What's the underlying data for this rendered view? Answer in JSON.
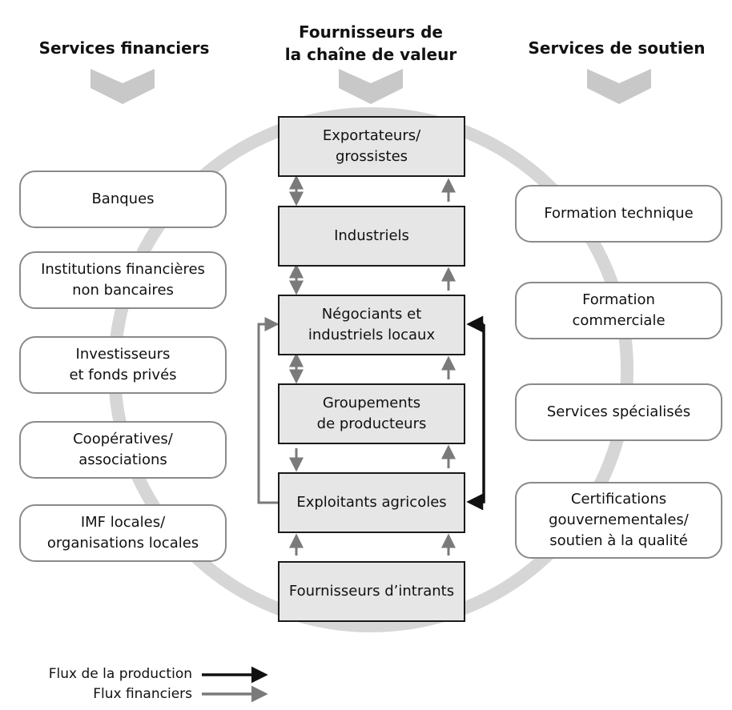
{
  "headers": {
    "financial": "Services financiers",
    "value_chain": "Fournisseurs de\nla chaîne de valeur",
    "support": "Services de soutien"
  },
  "value_chain": [
    "Exportateurs/\ngrossistes",
    "Industriels",
    "Négociants et\nindustriels locaux",
    "Groupements\nde producteurs",
    "Exploitants agricoles",
    "Fournisseurs d’intrants"
  ],
  "financial_services": [
    "Banques",
    "Institutions financières\nnon bancaires",
    "Investisseurs\net fonds privés",
    "Coopératives/\nassociations",
    "IMF locales/\norganisations locales"
  ],
  "support_services": [
    "Formation technique",
    "Formation\ncommerciale",
    "Services spécialisés",
    "Certifications\ngouvernementales/\nsoutien à la qualité"
  ],
  "legend": {
    "production": "Flux de la production",
    "financial": "Flux financiers"
  },
  "colors": {
    "production_flow": "#111111",
    "financial_flow": "#7a7a7a",
    "ring": "#d6d6d6",
    "chevron": "#c8c8c8",
    "center_fill": "#e6e6e6"
  }
}
